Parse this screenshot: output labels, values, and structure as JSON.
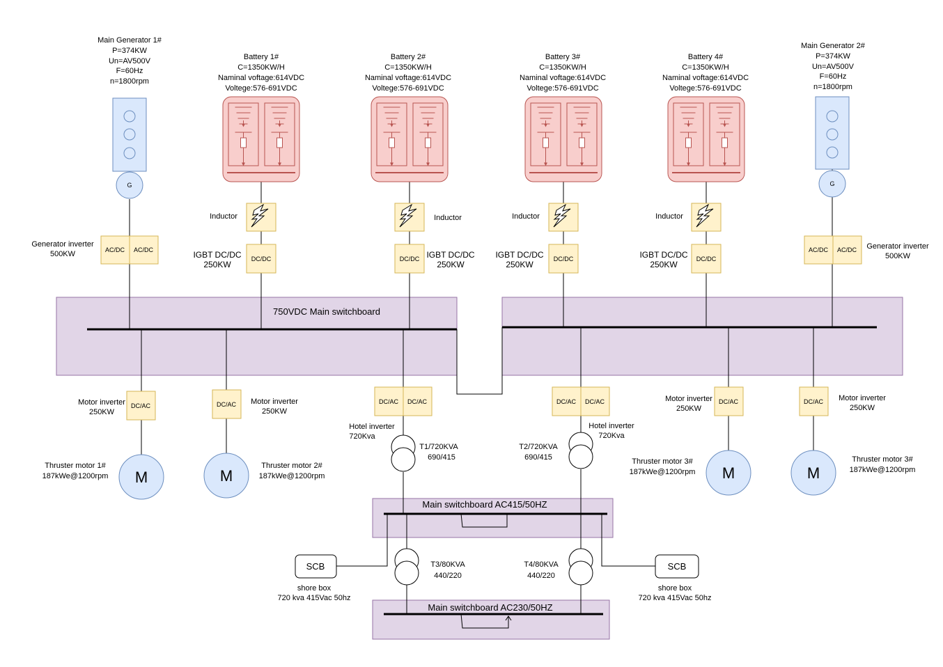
{
  "colors": {
    "line": "#000000",
    "switchboard_fill": "#e1d5e7",
    "switchboard_stroke": "#9673a6",
    "battery_fill": "#f8cecc",
    "battery_stroke": "#b85450",
    "converter_fill": "#fff2cc",
    "converter_stroke": "#d6b656",
    "motor_fill": "#dae8fc",
    "motor_stroke": "#6c8ebf"
  },
  "generators": [
    {
      "name": "Main Generator 1#",
      "p": "P=374KW",
      "un": "Un=AV500V",
      "f": "F=60Hz",
      "n": "n=1800rpm",
      "symbol": "G"
    },
    {
      "name": "Main Generator 2#",
      "p": "P=374KW",
      "un": "Un=AV500V",
      "f": "F=60Hz",
      "n": "n=1800rpm",
      "symbol": "G"
    }
  ],
  "batteries": [
    {
      "name": "Battery 1#",
      "c": "C=1350KW/H",
      "nominal": "Naminal voftage:614VDC",
      "voltage": "Voltege:576-691VDC"
    },
    {
      "name": "Battery 2#",
      "c": "C=1350KW/H",
      "nominal": "Naminal voftage:614VDC",
      "voltage": "Voltege:576-691VDC"
    },
    {
      "name": "Battery 3#",
      "c": "C=1350KW/H",
      "nominal": "Naminal voftage:614VDC",
      "voltage": "Voltege:576-691VDC"
    },
    {
      "name": "Battery 4#",
      "c": "C=1350KW/H",
      "nominal": "Naminal voftage:614VDC",
      "voltage": "Voltege:576-691VDC"
    }
  ],
  "inductor_label": "Inductor",
  "igbt": {
    "name": "IGBT DC/DC",
    "rating": "250KW",
    "box": "DC/DC"
  },
  "gen_inverter": {
    "name": "Generator inverter",
    "rating": "500KW",
    "box": "AC/DC"
  },
  "dc_switchboard": "750VDC Main switchboard",
  "motor_inverters": [
    {
      "name": "Motor inverter",
      "rating": "250KW",
      "box": "DC/AC"
    },
    {
      "name": "Motor inverter",
      "rating": "250KW",
      "box": "DC/AC"
    },
    {
      "name": "Motor inverter",
      "rating": "250KW",
      "box": "DC/AC"
    },
    {
      "name": "Motor inverter",
      "rating": "250KW",
      "box": "DC/AC"
    }
  ],
  "thrusters": [
    {
      "name": "Thruster motor 1#",
      "rating": "187kWe@1200rpm",
      "symbol": "M"
    },
    {
      "name": "Thruster motor 2#",
      "rating": "187kWe@1200rpm",
      "symbol": "M"
    },
    {
      "name": "Thruster motor 3#",
      "rating": "187kWe@1200rpm",
      "symbol": "M"
    },
    {
      "name": "Thruster motor 3#",
      "rating": "187kWe@1200rpm",
      "symbol": "M"
    }
  ],
  "hotel_inverters": [
    {
      "name": "Hotel inverter",
      "rating": "720Kva",
      "box": "DC/AC"
    },
    {
      "name": "Hotel inverter",
      "rating": "720Kva",
      "box": "DC/AC"
    }
  ],
  "transformers": [
    {
      "name": "T1/720KVA",
      "ratio": "690/415"
    },
    {
      "name": "T2/720KVA",
      "ratio": "690/415"
    },
    {
      "name": "T3/80KVA",
      "ratio": "440/220"
    },
    {
      "name": "T4/80KVA",
      "ratio": "440/220"
    }
  ],
  "ac415_switchboard": "Main switchboard AC415/50HZ",
  "ac230_switchboard": "Main switchboard AC230/50HZ",
  "shore": [
    {
      "box": "SCB",
      "name": "shore box",
      "rating": "720 kva 415Vac 50hz"
    },
    {
      "box": "SCB",
      "name": "shore box",
      "rating": "720 kva 415Vac 50hz"
    }
  ]
}
